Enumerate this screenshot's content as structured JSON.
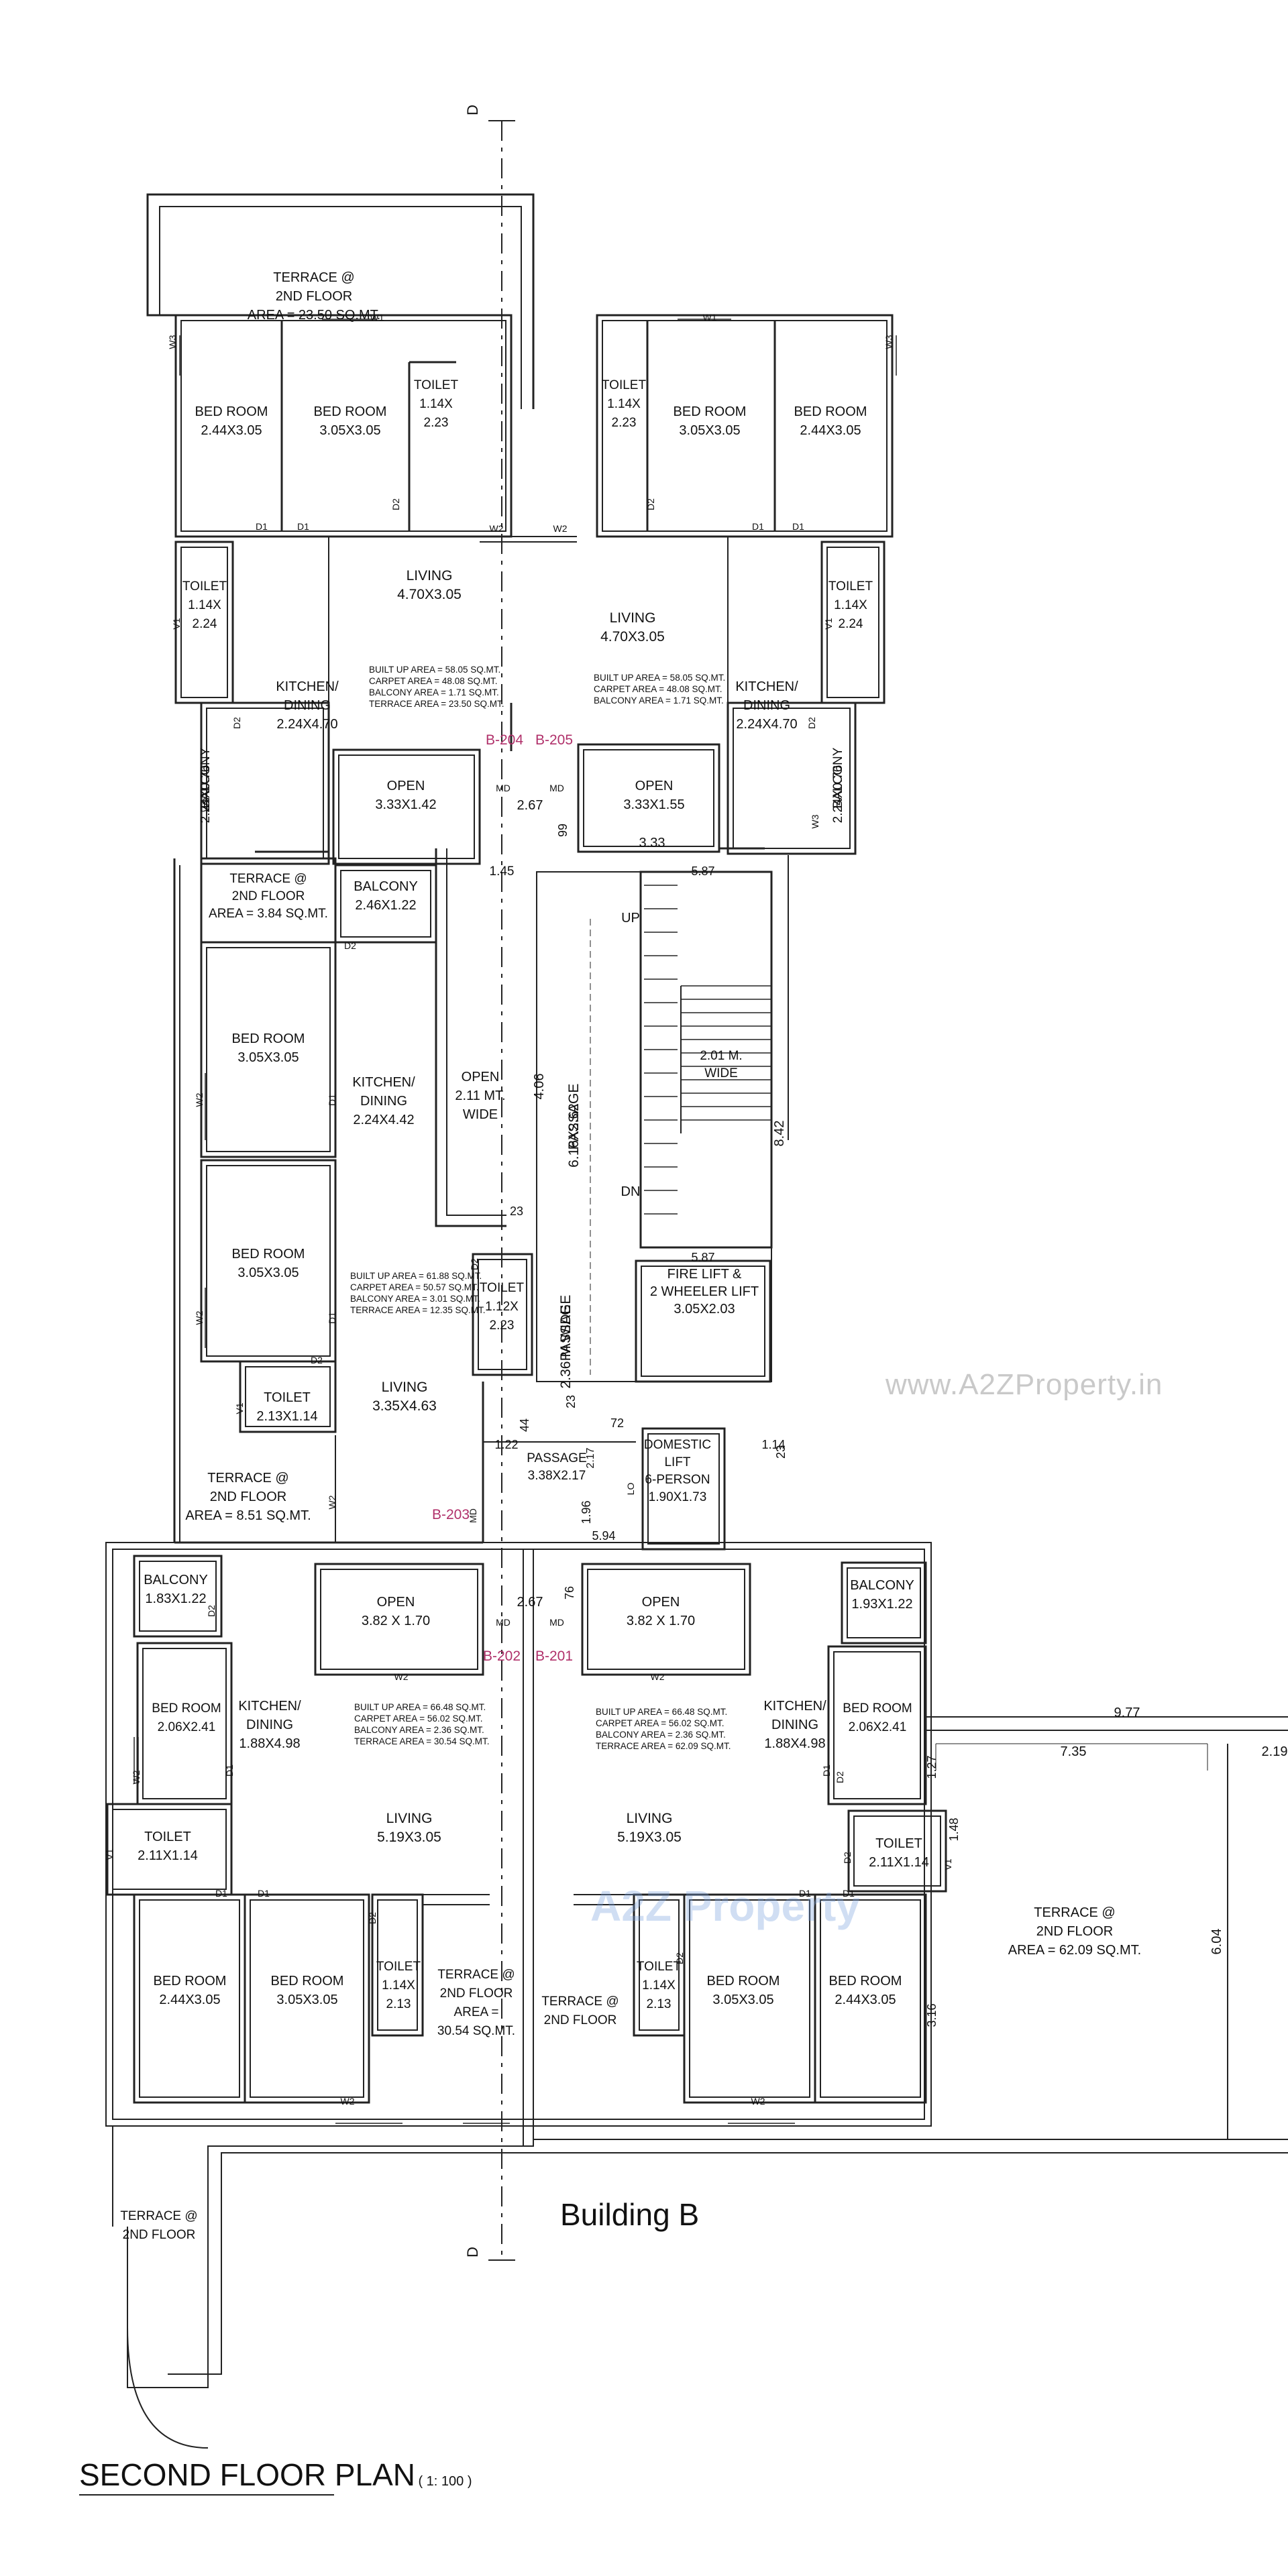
{
  "section_marker": "D",
  "watermark_site": "www.A2ZProperty.in",
  "watermark_logo": "A2Z Property",
  "building_label": "Building B",
  "plan_title": "SECOND FLOOR PLAN",
  "plan_scale": "( 1: 100 )",
  "units": {
    "b204": "B-204",
    "b205": "B-205",
    "b203": "B-203",
    "b202": "B-202",
    "b201": "B-201"
  },
  "rooms": {
    "terrace_top": [
      "TERRACE @",
      "2ND FLOOR",
      "AREA = 23.50 SQ.MT."
    ],
    "b204_bed1": [
      "BED ROOM",
      "2.44X3.05"
    ],
    "b204_bed2": [
      "BED ROOM",
      "3.05X3.05"
    ],
    "b204_toilet1": [
      "TOILET",
      "1.14X",
      "2.23"
    ],
    "b204_toilet2": [
      "TOILET",
      "1.14X",
      "2.24"
    ],
    "b204_living": [
      "LIVING",
      "4.70X3.05"
    ],
    "b204_kitchen": [
      "KITCHEN/",
      "DINING",
      "2.24X4.70"
    ],
    "b204_open": [
      "OPEN",
      "3.33X1.42"
    ],
    "b204_balcony": [
      "BALCONY",
      "2.24X0.76"
    ],
    "b205_toilet1": [
      "TOILET",
      "1.14X",
      "2.23"
    ],
    "b205_bed1": [
      "BED ROOM",
      "3.05X3.05"
    ],
    "b205_bed2": [
      "BED ROOM",
      "2.44X3.05"
    ],
    "b205_living": [
      "LIVING",
      "4.70X3.05"
    ],
    "b205_toilet2": [
      "TOILET",
      "1.14X",
      "2.24"
    ],
    "b205_kitchen": [
      "KITCHEN/",
      "DINING",
      "2.24X4.70"
    ],
    "b205_open": [
      "OPEN",
      "3.33X1.55"
    ],
    "b205_balcony": [
      "BALCONY",
      "2.24X0.76"
    ],
    "terrace_mid": [
      "TERRACE @",
      "2ND FLOOR",
      "AREA = 3.84 SQ.MT."
    ],
    "b203_balcony": [
      "BALCONY",
      "2.46X1.22"
    ],
    "b203_bed1": [
      "BED ROOM",
      "3.05X3.05"
    ],
    "b203_kitchen": [
      "KITCHEN/",
      "DINING",
      "2.24X4.42"
    ],
    "open_shaft": [
      "OPEN",
      "2.11 MT.",
      "WIDE"
    ],
    "passage_main": [
      "PASSAGE",
      "6.16X2.62"
    ],
    "stair_width": [
      "2.01 M.",
      "WIDE"
    ],
    "b203_bed2": [
      "BED ROOM",
      "3.05X3.05"
    ],
    "b203_toilet_small": [
      "TOILET",
      "1.12X",
      "2.23"
    ],
    "passage_wide": [
      "PASSAGE",
      "2.36 M WIDE"
    ],
    "fire_lift": [
      "FIRE LIFT &",
      "2 WHEELER LIFT",
      "3.05X2.03"
    ],
    "b203_toilet": [
      "TOILET",
      "2.13X1.14"
    ],
    "b203_living": [
      "LIVING",
      "3.35X4.63"
    ],
    "terrace_left": [
      "TERRACE @",
      "2ND FLOOR",
      "AREA = 8.51 SQ.MT."
    ],
    "passage_small": [
      "PASSAGE",
      "3.38X2.17"
    ],
    "domestic_lift": [
      "DOMESTIC",
      "LIFT",
      "6-PERSON",
      "1.90X1.73"
    ],
    "b202_balcony": [
      "BALCONY",
      "1.83X1.22"
    ],
    "b202_open": [
      "OPEN",
      "3.82 X 1.70"
    ],
    "b201_open": [
      "OPEN",
      "3.82 X 1.70"
    ],
    "b201_balcony": [
      "BALCONY",
      "1.93X1.22"
    ],
    "b202_bed1": [
      "BED ROOM",
      "2.06X2.41"
    ],
    "b202_kitchen": [
      "KITCHEN/",
      "DINING",
      "1.88X4.98"
    ],
    "b201_kitchen": [
      "KITCHEN/",
      "DINING",
      "1.88X4.98"
    ],
    "b201_bed1": [
      "BED ROOM",
      "2.06X2.41"
    ],
    "b202_toilet1": [
      "TOILET",
      "2.11X1.14"
    ],
    "b202_living": [
      "LIVING",
      "5.19X3.05"
    ],
    "b201_living": [
      "LIVING",
      "5.19X3.05"
    ],
    "b201_toilet1": [
      "TOILET",
      "2.11X1.14"
    ],
    "b202_bed2": [
      "BED ROOM",
      "2.44X3.05"
    ],
    "b202_bed3": [
      "BED ROOM",
      "3.05X3.05"
    ],
    "b202_toilet2": [
      "TOILET",
      "1.14X",
      "2.13"
    ],
    "terrace_b202": [
      "TERRACE @",
      "2ND FLOOR",
      "AREA =",
      "30.54 SQ.MT."
    ],
    "terrace_b201": [
      "TERRACE @",
      "2ND FLOOR"
    ],
    "b201_toilet2": [
      "TOILET",
      "1.14X",
      "2.13"
    ],
    "b201_bed2": [
      "BED ROOM",
      "3.05X3.05"
    ],
    "b201_bed3": [
      "BED ROOM",
      "2.44X3.05"
    ],
    "terrace_right": [
      "TERRACE @",
      "2ND FLOOR",
      "AREA = 62.09 SQ.MT."
    ],
    "terrace_bottom": [
      "TERRACE @",
      "2ND FLOOR"
    ]
  },
  "area_tables": {
    "b204": [
      "BUILT UP AREA = 58.05 SQ.MT.",
      "CARPET AREA = 48.08 SQ.MT.",
      "BALCONY AREA = 1.71 SQ.MT.",
      "TERRACE AREA = 23.50 SQ.MT."
    ],
    "b205": [
      "BUILT UP AREA = 58.05 SQ.MT.",
      "CARPET AREA = 48.08 SQ.MT.",
      "BALCONY AREA = 1.71 SQ.MT."
    ],
    "b203": [
      "BUILT UP AREA = 61.88 SQ.MT.",
      "CARPET AREA = 50.57 SQ.MT.",
      "BALCONY AREA = 3.01 SQ.MT.",
      "TERRACE AREA = 12.35 SQ.MT."
    ],
    "b202": [
      "BUILT UP AREA = 66.48 SQ.MT.",
      "CARPET AREA = 56.02 SQ.MT.",
      "BALCONY AREA = 2.36 SQ.MT.",
      "TERRACE AREA = 30.54 SQ.MT."
    ],
    "b201": [
      "BUILT UP AREA = 66.48 SQ.MT.",
      "CARPET AREA = 56.02 SQ.MT.",
      "BALCONY AREA = 2.36 SQ.MT.",
      "TERRACE AREA = 62.09 SQ.MT."
    ]
  },
  "dimensions": {
    "d267a": "2.67",
    "d099": "99",
    "d333": "3.33",
    "d587a": "5.87",
    "d145": "1.45",
    "d406": "4.06",
    "d842": "8.42",
    "d023": "23",
    "d587b": "5.87",
    "d044": "44",
    "d023b": "23",
    "d122": "1.22",
    "d072": "72",
    "d114": "1.14",
    "d023c": "23",
    "d196": "1.96",
    "d594": "5.94",
    "d267b": "2.67",
    "d076": "76",
    "d977": "9.77",
    "d735": "7.35",
    "d219": "2.19",
    "d127": "1.27",
    "d604": "6.04",
    "d316": "3.16",
    "d148": "1.48",
    "d217": "2.17"
  },
  "stair_labels": {
    "up": "UP",
    "dn": "DN"
  },
  "door_tags": {
    "d1": "D1",
    "d2": "D2",
    "md": "MD",
    "w1": "W1",
    "w2": "W2",
    "w3": "W3",
    "v1": "V1",
    "lo": "LO"
  }
}
